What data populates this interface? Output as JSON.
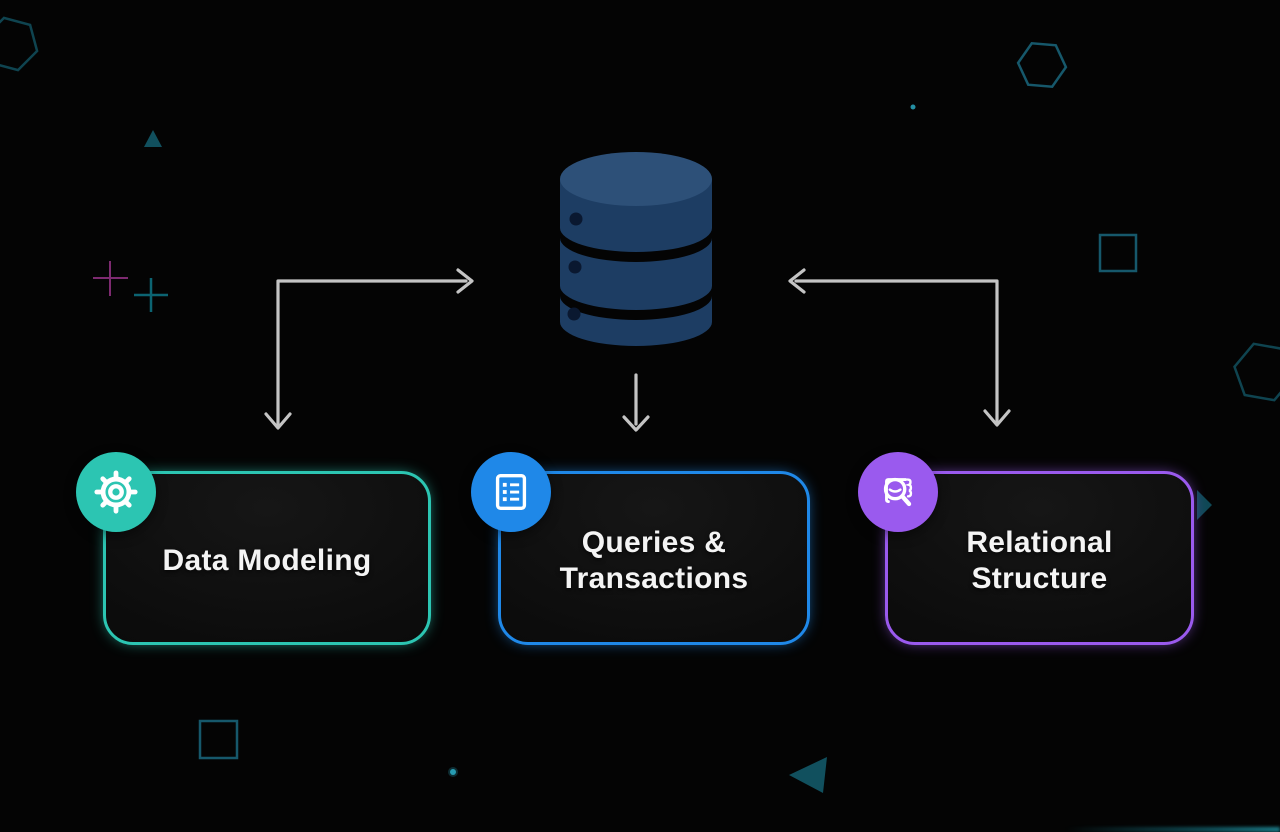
{
  "colors": {
    "canvas_bg": "#040404",
    "arrow": "#c4c4c4",
    "card_text": "#f4f4f4",
    "db_top": "#2d5078",
    "db_body": "#1d3d63",
    "db_dot": "#0a1830",
    "decor_outline_teal": "#0f4450",
    "decor_outline_teal_bright": "#16586b",
    "decor_plus_magenta": "#7d2a70",
    "decor_plus_teal": "#0c6472",
    "decor_fill_teal": "#11505e",
    "decor_tri_slate": "#3a5662",
    "decor_dot_teal": "#2aa8c0"
  },
  "diagram": {
    "central_node": {
      "icon": "database",
      "layers": 3
    },
    "connectors": [
      {
        "from": "database",
        "to": "Data Modeling",
        "style": "elbow-double-arrow"
      },
      {
        "from": "database",
        "to": "Queries & Transactions",
        "style": "straight-down-arrow"
      },
      {
        "from": "database",
        "to": "Relational Structure",
        "style": "elbow-double-arrow"
      }
    ],
    "cards": [
      {
        "title": "Data Modeling",
        "line1": "Data Modeling",
        "line2": "",
        "icon": "gear",
        "accent": "#2cc5b2"
      },
      {
        "title": "Queries & Transactions",
        "line1": "Queries &",
        "line2": "Transactions",
        "icon": "checklist",
        "accent": "#1f88e8"
      },
      {
        "title": "Relational Structure",
        "line1": "Relational",
        "line2": "Structure",
        "icon": "magnifier-document",
        "accent": "#9a5aee"
      }
    ]
  }
}
